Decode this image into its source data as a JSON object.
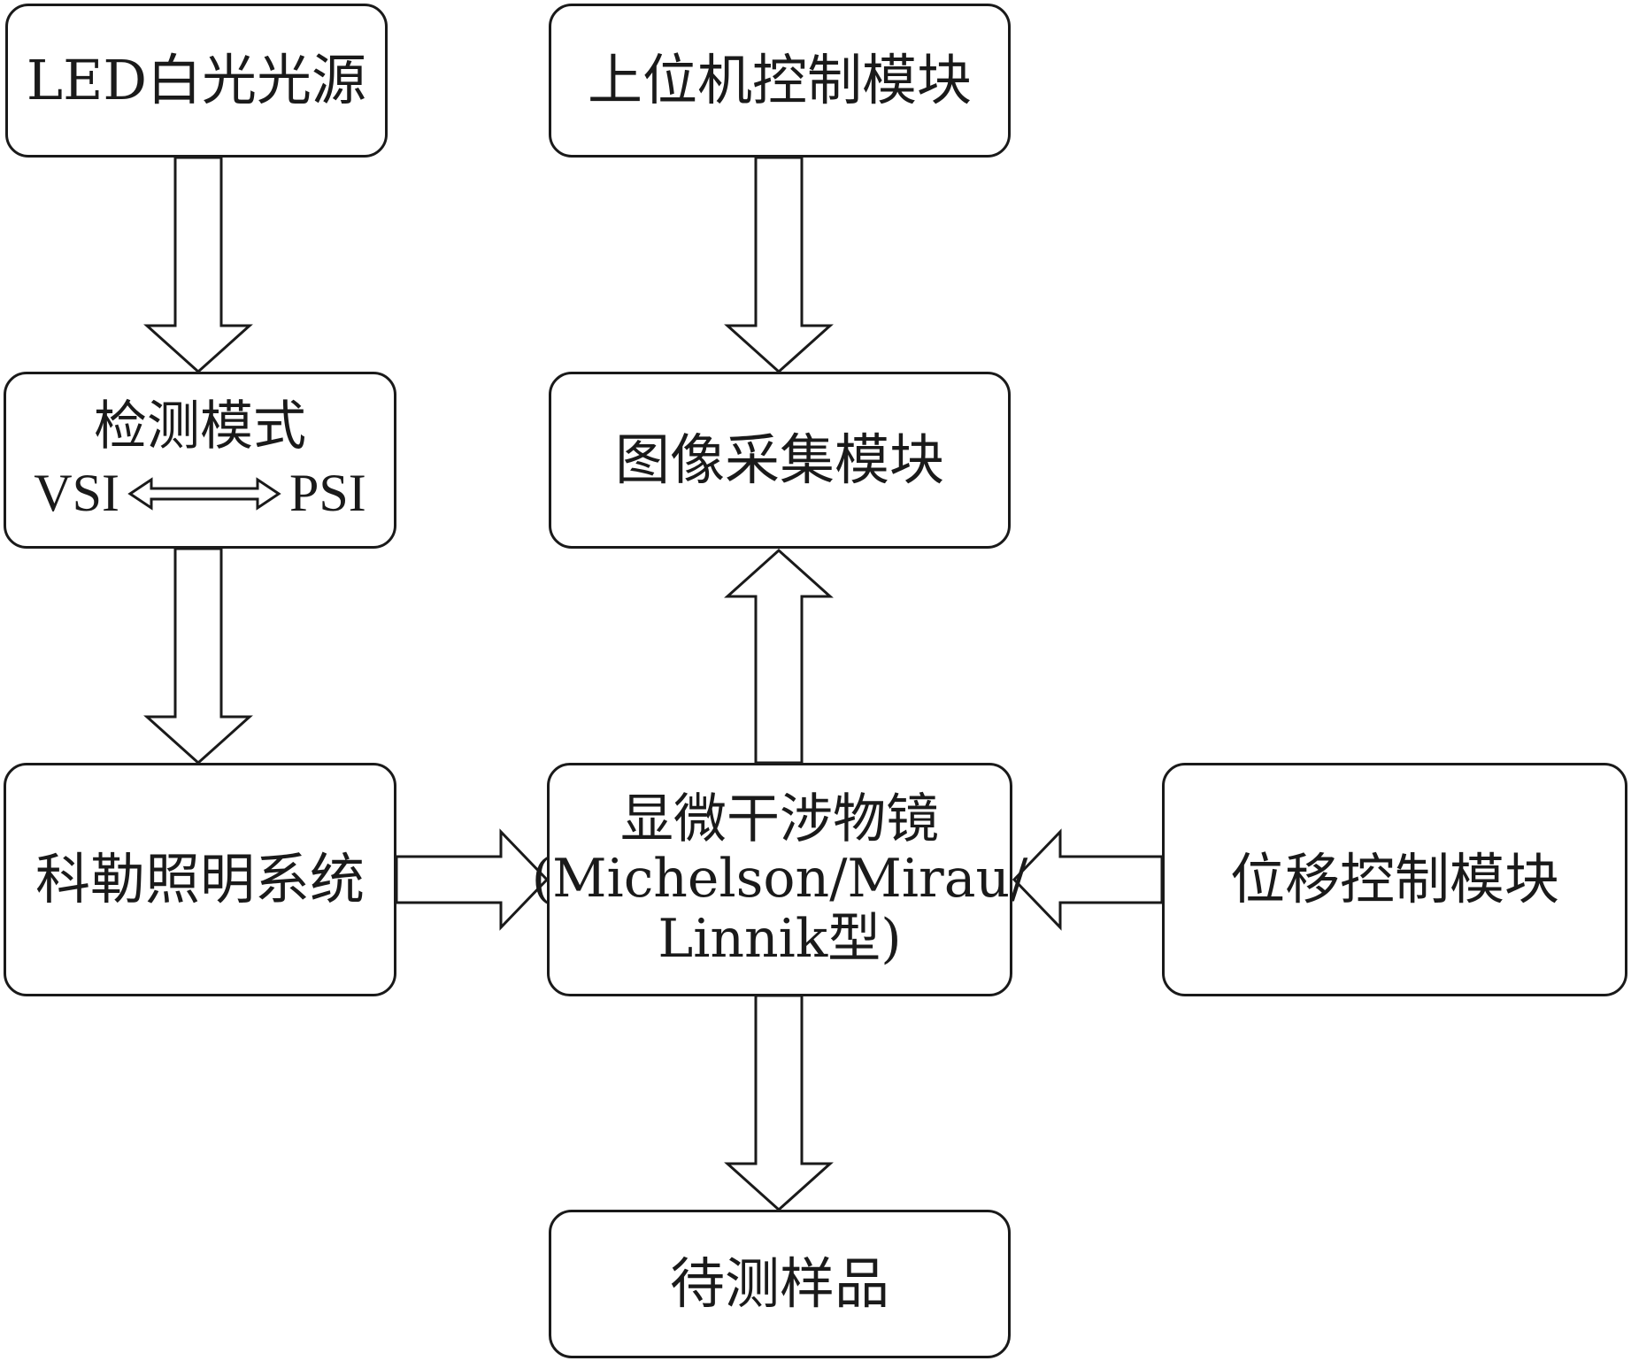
{
  "boxes": {
    "led_source": "LED白光光源",
    "host_control": "上位机控制模块",
    "detection_mode": {
      "title": "检测模式",
      "left": "VSI",
      "right": "PSI"
    },
    "image_acquisition": "图像采集模块",
    "kohler_illumination": "科勒照明系统",
    "objective": {
      "line1": "显微干涉物镜",
      "line2": "(Michelson/Mirau/",
      "line3": "Linnik型)"
    },
    "displacement_control": "位移控制模块",
    "sample": "待测样品"
  },
  "colors": {
    "stroke": "#1a1a1a",
    "fill": "#ffffff"
  }
}
